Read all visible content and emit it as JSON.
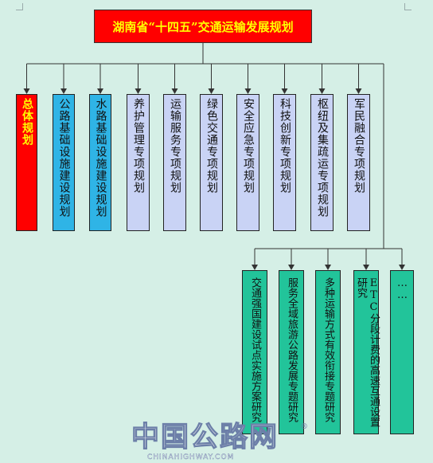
{
  "title": "湖南省“十四五”交通运输发展规划",
  "top_row": [
    {
      "label": "总体规划",
      "color": "red"
    },
    {
      "label": "公路基础设施建设规划",
      "color": "blue"
    },
    {
      "label": "水路基础设施建设规划",
      "color": "blue"
    },
    {
      "label": "养护管理专项规划",
      "color": "lavender"
    },
    {
      "label": "运输服务专项规划",
      "color": "lavender"
    },
    {
      "label": "绿色交通专项规划",
      "color": "lavender"
    },
    {
      "label": "安全应急专项规划",
      "color": "lavender"
    },
    {
      "label": "科技创新专项规划",
      "color": "lavender"
    },
    {
      "label": "枢纽及集疏运专项规划",
      "color": "lavender"
    },
    {
      "label": "军民融合专项规划",
      "color": "lavender"
    }
  ],
  "bottom_row": [
    {
      "label": "交通强国建设试点实施方案研究"
    },
    {
      "label": "服务全域旅游公路发展专题研究"
    },
    {
      "label": "多种运输方式有效衔接专题研究"
    },
    {
      "label": "ETC分段计费的高速互通设置研究"
    },
    {
      "label": "……"
    }
  ],
  "watermark": {
    "main": "中国公路网",
    "sub": "CHINAHIGHWAY.COM",
    "registered": "®"
  },
  "colors": {
    "background": "#d5efe6",
    "title_fill": "#ff0000",
    "title_text": "#ffff00",
    "red": "#ff0000",
    "blue": "#2fb4e6",
    "lavender": "#c9d3f5",
    "green": "#22c49a",
    "connector": "#333333"
  }
}
